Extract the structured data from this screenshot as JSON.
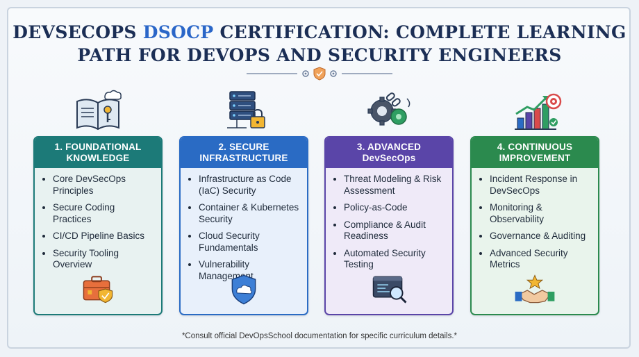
{
  "title": {
    "line1_pre": "DEVSECOPS ",
    "line1_accent": "DSOCP",
    "line1_post": " CERTIFICATION: COMPLETE LEARNING",
    "line2": "PATH FOR DEVOPS AND SECURITY ENGINEERS"
  },
  "columns": [
    {
      "header_line1": "1. FOUNDATIONAL",
      "header_line2": "KNOWLEDGE",
      "items": [
        "Core DevSecOps Principles",
        "Secure Coding Practices",
        "CI/CD Pipeline Basics",
        "Security Tooling Overview"
      ],
      "top_icon": "book-key-cloud-icon",
      "bottom_icon": "toolbox-shield-icon",
      "color": "#1c7a78"
    },
    {
      "header_line1": "2. SECURE",
      "header_line2": "INFRASTRUCTURE",
      "items": [
        "Infrastructure as Code (IaC) Security",
        "Container & Kubernetes Security",
        "Cloud Security Fundamentals",
        "Vulnerability Management"
      ],
      "top_icon": "server-lock-icon",
      "bottom_icon": "cloud-shield-icon",
      "color": "#2a6bc4"
    },
    {
      "header_line1": "3. ADVANCED",
      "header_line2": "DevSecOps",
      "items": [
        "Threat Modeling & Risk Assessment",
        "Policy-as-Code",
        "Compliance & Audit Readiness",
        "Automated Security Testing"
      ],
      "top_icon": "gear-chain-icon",
      "bottom_icon": "code-magnifier-icon",
      "color": "#5a45a8"
    },
    {
      "header_line1": "4. CONTINUOUS",
      "header_line2": "IMPROVEMENT",
      "items": [
        "Incident Response in DevSecOps",
        "Monitoring & Observability",
        "Governance & Auditing",
        "Advanced Security Metrics"
      ],
      "top_icon": "chart-target-icon",
      "bottom_icon": "handshake-star-icon",
      "color": "#2b8a4e"
    }
  ],
  "footer": "*Consult official DevOpsSchool documentation for specific curriculum details.*"
}
